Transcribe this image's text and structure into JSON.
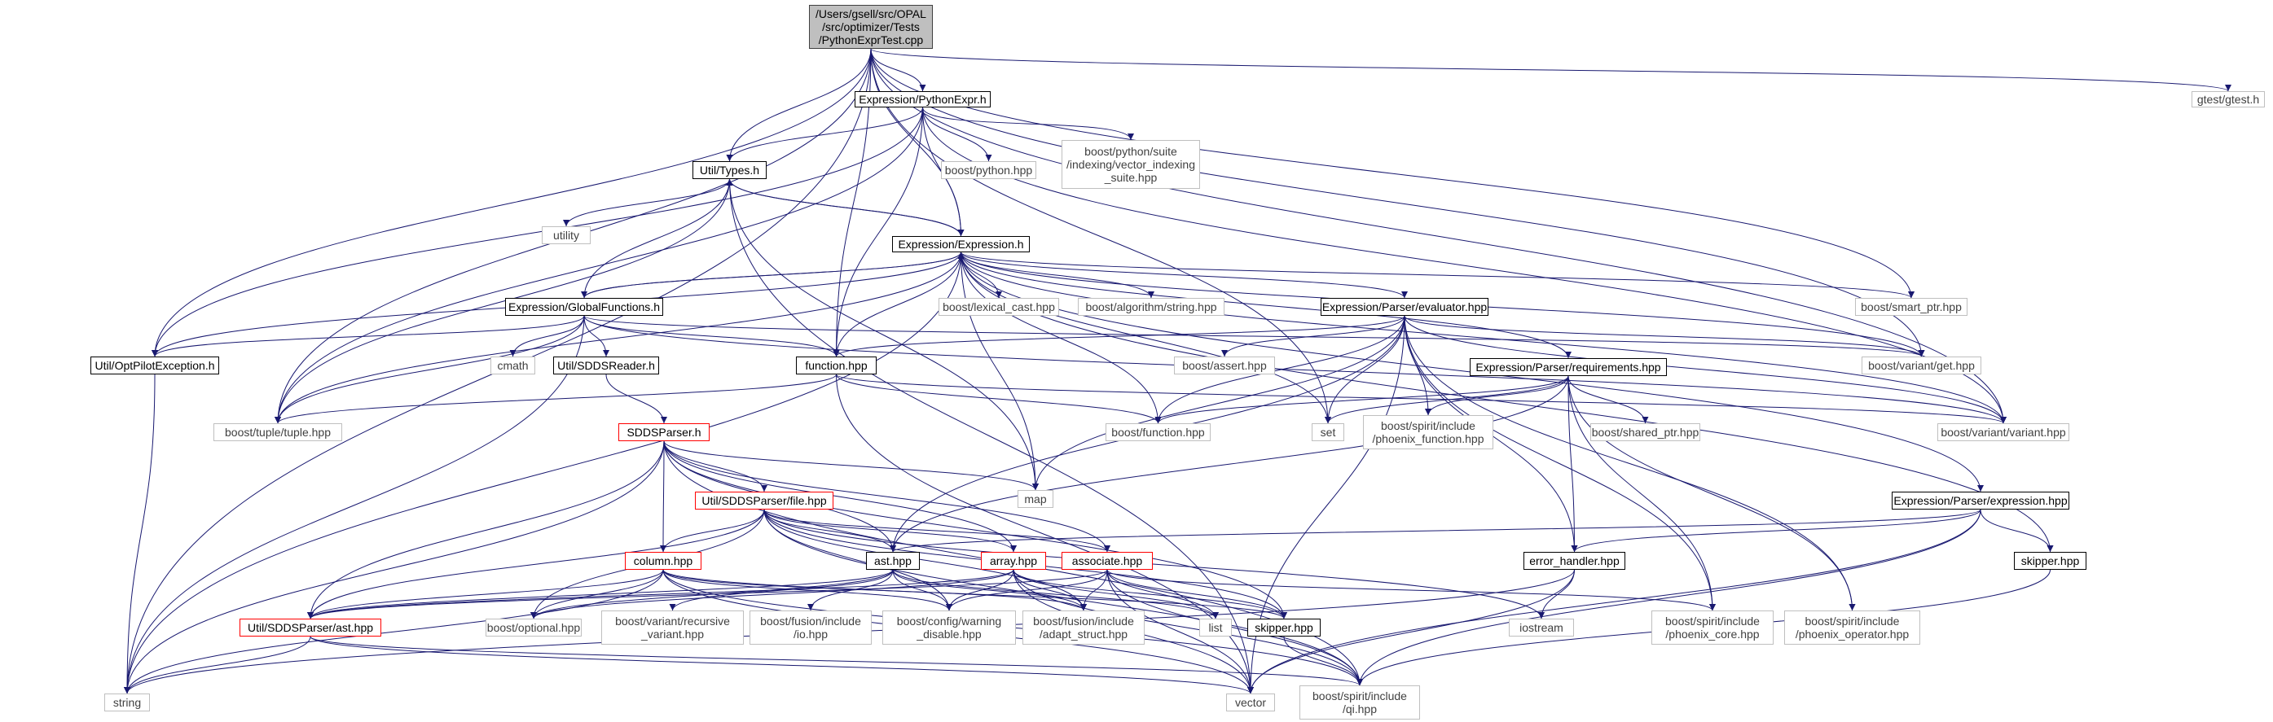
{
  "colors": {
    "edge": "#191970",
    "node_border": "#000000",
    "external_border": "#bfbfbf",
    "incomplete_border": "#ff0000",
    "root_fill": "#bfbfbf"
  },
  "nodes": {
    "root": "/Users/gsell/src/OPAL\n/src/optimizer/Tests\n/PythonExprTest.cpp",
    "python_expr": "Expression/PythonExpr.h",
    "gtest": "gtest/gtest.h",
    "types": "Util/Types.h",
    "boost_python": "boost/python.hpp",
    "vector_indexing": "boost/python/suite\n/indexing/vector_indexing\n_suite.hpp",
    "utility": "utility",
    "expression": "Expression/Expression.h",
    "global_functions": "Expression/GlobalFunctions.h",
    "lexical_cast": "boost/lexical_cast.hpp",
    "algorithm_string": "boost/algorithm/string.hpp",
    "evaluator": "Expression/Parser/evaluator.hpp",
    "smart_ptr": "boost/smart_ptr.hpp",
    "opt_pilot_exception": "Util/OptPilotException.h",
    "cmath": "cmath",
    "sdds_reader": "Util/SDDSReader.h",
    "function_hpp": "function.hpp",
    "boost_assert": "boost/assert.hpp",
    "requirements": "Expression/Parser/requirements.hpp",
    "variant_get": "boost/variant/get.hpp",
    "tuple": "boost/tuple/tuple.hpp",
    "sdds_parser": "SDDSParser.h",
    "boost_function": "boost/function.hpp",
    "set": "set",
    "phoenix_function": "boost/spirit/include\n/phoenix_function.hpp",
    "shared_ptr": "boost/shared_ptr.hpp",
    "variant_variant": "boost/variant/variant.hpp",
    "map": "map",
    "sdds_file": "Util/SDDSParser/file.hpp",
    "parser_expression": "Expression/Parser/expression.hpp",
    "column": "column.hpp",
    "ast_hpp": "ast.hpp",
    "array": "array.hpp",
    "associate": "associate.hpp",
    "error_handler": "error_handler.hpp",
    "skipper_right": "skipper.hpp",
    "sdds_ast": "Util/SDDSParser/ast.hpp",
    "boost_optional": "boost/optional.hpp",
    "recursive_variant": "boost/variant/recursive\n_variant.hpp",
    "fusion_io": "boost/fusion/include\n/io.hpp",
    "warning_disable": "boost/config/warning\n_disable.hpp",
    "adapt_struct": "boost/fusion/include\n/adapt_struct.hpp",
    "list": "list",
    "skipper_mid": "skipper.hpp",
    "iostream": "iostream",
    "phoenix_core": "boost/spirit/include\n/phoenix_core.hpp",
    "phoenix_operator": "boost/spirit/include\n/phoenix_operator.hpp",
    "string": "string",
    "vector": "vector",
    "qi": "boost/spirit/include\n/qi.hpp"
  },
  "edges": [
    [
      "root",
      "python_expr"
    ],
    [
      "root",
      "gtest"
    ],
    [
      "root",
      "types"
    ],
    [
      "root",
      "expression"
    ],
    [
      "root",
      "opt_pilot_exception"
    ],
    [
      "root",
      "function_hpp"
    ],
    [
      "root",
      "string"
    ],
    [
      "root",
      "tuple"
    ],
    [
      "root",
      "smart_ptr"
    ],
    [
      "root",
      "variant_get"
    ],
    [
      "root",
      "variant_variant"
    ],
    [
      "root",
      "set"
    ],
    [
      "python_expr",
      "types"
    ],
    [
      "python_expr",
      "boost_python"
    ],
    [
      "python_expr",
      "vector_indexing"
    ],
    [
      "python_expr",
      "expression"
    ],
    [
      "python_expr",
      "opt_pilot_exception"
    ],
    [
      "python_expr",
      "function_hpp"
    ],
    [
      "python_expr",
      "tuple"
    ],
    [
      "python_expr",
      "variant_variant"
    ],
    [
      "types",
      "utility"
    ],
    [
      "types",
      "expression"
    ],
    [
      "types",
      "tuple"
    ],
    [
      "types",
      "map"
    ],
    [
      "types",
      "vector"
    ],
    [
      "expression",
      "types"
    ],
    [
      "expression",
      "global_functions"
    ],
    [
      "expression",
      "lexical_cast"
    ],
    [
      "expression",
      "algorithm_string"
    ],
    [
      "expression",
      "evaluator"
    ],
    [
      "expression",
      "smart_ptr"
    ],
    [
      "expression",
      "opt_pilot_exception"
    ],
    [
      "expression",
      "function_hpp"
    ],
    [
      "expression",
      "requirements"
    ],
    [
      "expression",
      "variant_get"
    ],
    [
      "expression",
      "tuple"
    ],
    [
      "expression",
      "map"
    ],
    [
      "expression",
      "set"
    ],
    [
      "expression",
      "boost_function"
    ],
    [
      "expression",
      "variant_variant"
    ],
    [
      "expression",
      "string"
    ],
    [
      "expression",
      "parser_expression"
    ],
    [
      "expression",
      "skipper_right"
    ],
    [
      "global_functions",
      "expression"
    ],
    [
      "global_functions",
      "types"
    ],
    [
      "global_functions",
      "opt_pilot_exception"
    ],
    [
      "global_functions",
      "cmath"
    ],
    [
      "global_functions",
      "sdds_reader"
    ],
    [
      "global_functions",
      "function_hpp"
    ],
    [
      "global_functions",
      "tuple"
    ],
    [
      "global_functions",
      "string"
    ],
    [
      "global_functions",
      "variant_get"
    ],
    [
      "global_functions",
      "variant_variant"
    ],
    [
      "evaluator",
      "boost_assert"
    ],
    [
      "evaluator",
      "function_hpp"
    ],
    [
      "evaluator",
      "variant_get"
    ],
    [
      "evaluator",
      "variant_variant"
    ],
    [
      "evaluator",
      "boost_function"
    ],
    [
      "evaluator",
      "phoenix_function"
    ],
    [
      "evaluator",
      "map"
    ],
    [
      "evaluator",
      "ast_hpp"
    ],
    [
      "evaluator",
      "error_handler"
    ],
    [
      "evaluator",
      "vector"
    ],
    [
      "evaluator",
      "phoenix_core"
    ],
    [
      "evaluator",
      "phoenix_operator"
    ],
    [
      "evaluator",
      "set"
    ],
    [
      "opt_pilot_exception",
      "string"
    ],
    [
      "sdds_reader",
      "sdds_parser"
    ],
    [
      "function_hpp",
      "tuple"
    ],
    [
      "function_hpp",
      "boost_function"
    ],
    [
      "function_hpp",
      "variant_variant"
    ],
    [
      "function_hpp",
      "vector"
    ],
    [
      "requirements",
      "set"
    ],
    [
      "requirements",
      "boost_function"
    ],
    [
      "requirements",
      "phoenix_function"
    ],
    [
      "requirements",
      "shared_ptr"
    ],
    [
      "requirements",
      "error_handler"
    ],
    [
      "requirements",
      "ast_hpp"
    ],
    [
      "requirements",
      "phoenix_core"
    ],
    [
      "requirements",
      "phoenix_operator"
    ],
    [
      "sdds_parser",
      "map"
    ],
    [
      "sdds_parser",
      "sdds_file"
    ],
    [
      "sdds_parser",
      "column"
    ],
    [
      "sdds_parser",
      "sdds_ast"
    ],
    [
      "sdds_parser",
      "string"
    ],
    [
      "sdds_parser",
      "ast_hpp"
    ],
    [
      "sdds_parser",
      "array"
    ],
    [
      "sdds_parser",
      "associate"
    ],
    [
      "sdds_parser",
      "skipper_mid"
    ],
    [
      "sdds_parser",
      "qi"
    ],
    [
      "sdds_file",
      "column"
    ],
    [
      "sdds_file",
      "array"
    ],
    [
      "sdds_file",
      "associate"
    ],
    [
      "sdds_file",
      "ast_hpp"
    ],
    [
      "sdds_file",
      "sdds_ast"
    ],
    [
      "sdds_file",
      "boost_optional"
    ],
    [
      "sdds_file",
      "warning_disable"
    ],
    [
      "sdds_file",
      "adapt_struct"
    ],
    [
      "sdds_file",
      "skipper_mid"
    ],
    [
      "sdds_file",
      "iostream"
    ],
    [
      "sdds_file",
      "qi"
    ],
    [
      "parser_expression",
      "ast_hpp"
    ],
    [
      "parser_expression",
      "error_handler"
    ],
    [
      "parser_expression",
      "skipper_right"
    ],
    [
      "parser_expression",
      "qi"
    ],
    [
      "parser_expression",
      "vector"
    ],
    [
      "column",
      "sdds_ast"
    ],
    [
      "column",
      "boost_optional"
    ],
    [
      "column",
      "warning_disable"
    ],
    [
      "column",
      "adapt_struct"
    ],
    [
      "column",
      "skipper_mid"
    ],
    [
      "column",
      "vector"
    ],
    [
      "column",
      "string"
    ],
    [
      "column",
      "qi"
    ],
    [
      "ast_hpp",
      "sdds_ast"
    ],
    [
      "ast_hpp",
      "boost_optional"
    ],
    [
      "ast_hpp",
      "recursive_variant"
    ],
    [
      "ast_hpp",
      "fusion_io"
    ],
    [
      "ast_hpp",
      "warning_disable"
    ],
    [
      "ast_hpp",
      "adapt_struct"
    ],
    [
      "ast_hpp",
      "list"
    ],
    [
      "array",
      "sdds_ast"
    ],
    [
      "array",
      "boost_optional"
    ],
    [
      "array",
      "warning_disable"
    ],
    [
      "array",
      "adapt_struct"
    ],
    [
      "array",
      "list"
    ],
    [
      "array",
      "skipper_mid"
    ],
    [
      "array",
      "qi"
    ],
    [
      "array",
      "vector"
    ],
    [
      "associate",
      "sdds_ast"
    ],
    [
      "associate",
      "warning_disable"
    ],
    [
      "associate",
      "adapt_struct"
    ],
    [
      "associate",
      "list"
    ],
    [
      "associate",
      "skipper_mid"
    ],
    [
      "associate",
      "qi"
    ],
    [
      "associate",
      "phoenix_core"
    ],
    [
      "associate",
      "vector"
    ],
    [
      "error_handler",
      "iostream"
    ],
    [
      "error_handler",
      "string"
    ],
    [
      "error_handler",
      "vector"
    ],
    [
      "skipper_right",
      "qi"
    ],
    [
      "sdds_ast",
      "string"
    ],
    [
      "sdds_ast",
      "vector"
    ],
    [
      "sdds_ast",
      "qi"
    ],
    [
      "skipper_mid",
      "qi"
    ]
  ]
}
